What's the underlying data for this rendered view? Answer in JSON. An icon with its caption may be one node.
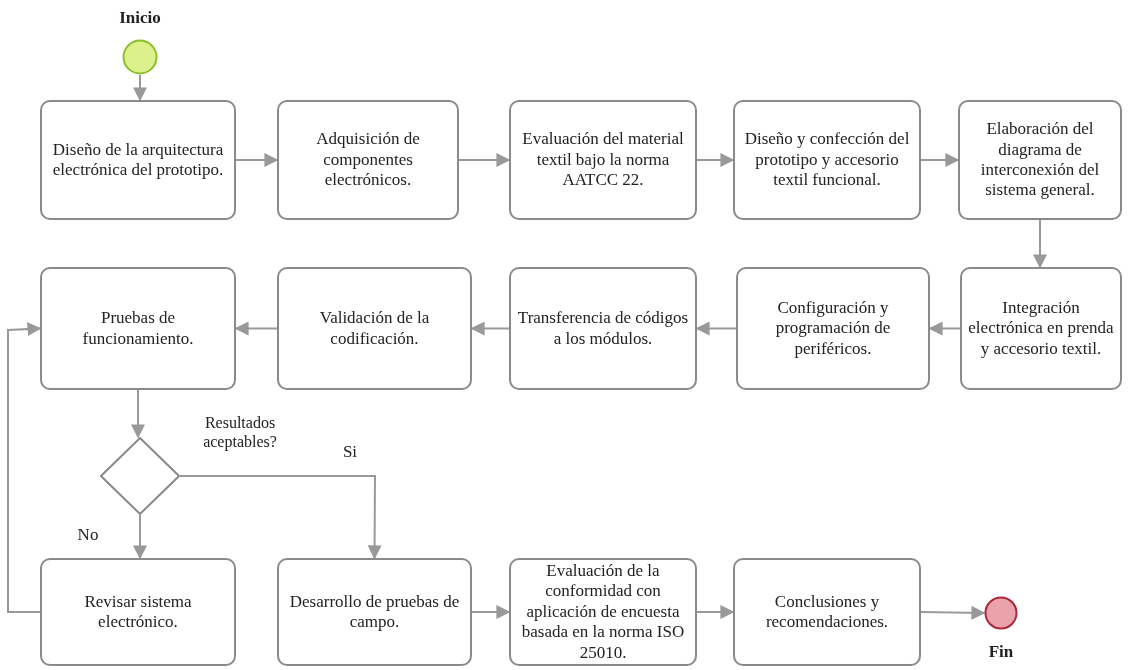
{
  "diagram": {
    "nodes": [
      {
        "text": [],
        "shape": "circle",
        "beside": [
          "Inicio"
        ]
      },
      {
        "text": [
          "Diseño de la arquitectura electrónica del prototipo."
        ]
      },
      {
        "text": [
          "Adquisición de componentes electrónicos."
        ]
      },
      {
        "text": [
          "Evaluación del material textil bajo la norma AATCC 22."
        ]
      },
      {
        "text": [
          "Diseño y confección del prototipo y accesorio textil funcional."
        ]
      },
      {
        "text": [
          "Elaboración del diagrama de interconexión del sistema general."
        ]
      },
      {
        "text": [
          "Integración electrónica en prenda y accesorio textil."
        ]
      },
      {
        "text": [
          "Configuración y programación de periféricos."
        ]
      },
      {
        "text": [
          "Transferencia de códigos a los módulos."
        ]
      },
      {
        "text": [
          "Validación de la codificación."
        ]
      },
      {
        "text": [
          "Pruebas de funcionamiento."
        ]
      },
      {
        "text": [],
        "shape": "diamond",
        "beside": [
          "Resultados aceptables?"
        ]
      },
      {
        "text": [
          "Revisar sistema electrónico."
        ]
      },
      {
        "text": [
          "Desarrollo de pruebas de campo."
        ]
      },
      {
        "text": [
          "Evaluación de la conformidad con aplicación de encuesta basada en la norma ISO 25010."
        ]
      },
      {
        "text": [
          "Conclusiones y recomendaciones."
        ]
      },
      {
        "text": [],
        "shape": "circle",
        "beside": [
          "Fin"
        ]
      }
    ],
    "edges": [
      {
        "from": 0,
        "to": 1,
        "arrow": "to"
      },
      {
        "from": 1,
        "to": 2,
        "arrow": "to"
      },
      {
        "from": 2,
        "to": 3,
        "arrow": "to"
      },
      {
        "from": 3,
        "to": 4,
        "arrow": "to"
      },
      {
        "from": 4,
        "to": 5,
        "arrow": "to"
      },
      {
        "from": 5,
        "to": 6,
        "arrow": "to"
      },
      {
        "from": 6,
        "to": 7,
        "arrow": "to"
      },
      {
        "from": 7,
        "to": 8,
        "arrow": "to"
      },
      {
        "from": 8,
        "to": 9,
        "arrow": "to"
      },
      {
        "from": 9,
        "to": 10,
        "arrow": "to"
      },
      {
        "from": 10,
        "to": 11,
        "arrow": "to"
      },
      {
        "from": 11,
        "to": 12,
        "arrow": "to",
        "label": "No"
      },
      {
        "from": 11,
        "to": 13,
        "arrow": "to",
        "label": "Si"
      },
      {
        "from": 12,
        "to": 10,
        "arrow": "to"
      },
      {
        "from": 13,
        "to": 14,
        "arrow": "to"
      },
      {
        "from": 14,
        "to": 15,
        "arrow": "to"
      },
      {
        "from": 15,
        "to": 16,
        "arrow": "to"
      }
    ]
  }
}
